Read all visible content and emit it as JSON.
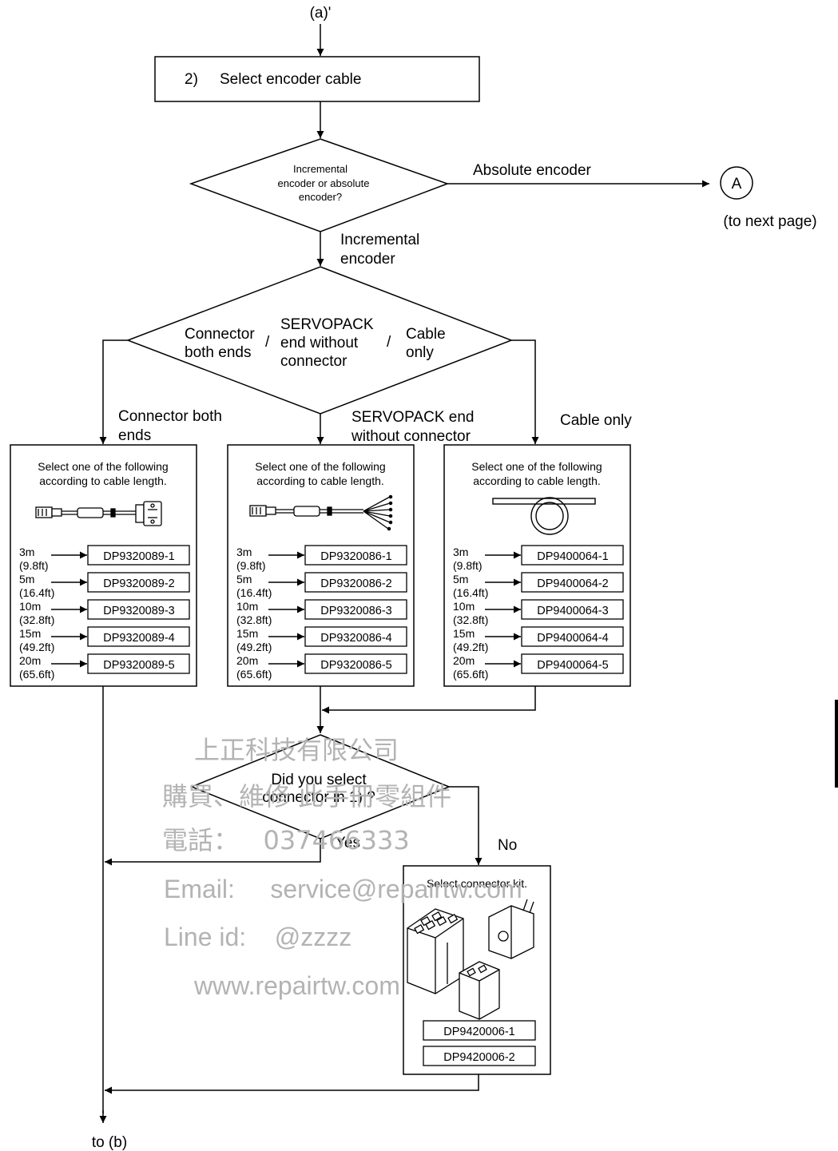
{
  "entry_label": "(a)'",
  "exit_label": "to (b)",
  "step": {
    "number": "2)",
    "title": "Select encoder cable"
  },
  "decision_encoder": {
    "question": [
      "Incremental",
      "encoder or absolute",
      "encoder?"
    ],
    "right_label": "Absolute encoder",
    "down_label": [
      "Incremental",
      "encoder"
    ],
    "connector_letter": "A",
    "connector_note": "(to next page)"
  },
  "decision_type": {
    "option1": [
      "Connector",
      "both ends"
    ],
    "option2": [
      "SERVOPACK",
      "end without",
      "connector"
    ],
    "option3": [
      "Cable",
      "only"
    ],
    "sep": "/"
  },
  "branches": [
    {
      "label": [
        "Connector both",
        "ends"
      ],
      "instruction": [
        "Select one of the following",
        "according to cable length."
      ],
      "icon": "cable-both-connectors-icon",
      "items": [
        {
          "len": "3m",
          "ft": "(9.8ft)",
          "code": "DP9320089-1"
        },
        {
          "len": "5m",
          "ft": "(16.4ft)",
          "code": "DP9320089-2"
        },
        {
          "len": "10m",
          "ft": "(32.8ft)",
          "code": "DP9320089-3"
        },
        {
          "len": "15m",
          "ft": "(49.2ft)",
          "code": "DP9320089-4"
        },
        {
          "len": "20m",
          "ft": "(65.6ft)",
          "code": "DP9320089-5"
        }
      ]
    },
    {
      "label": [
        "SERVOPACK end",
        "without connector"
      ],
      "instruction": [
        "Select one of the following",
        "according to cable length."
      ],
      "icon": "cable-loose-wires-icon",
      "items": [
        {
          "len": "3m",
          "ft": "(9.8ft)",
          "code": "DP9320086-1"
        },
        {
          "len": "5m",
          "ft": "(16.4ft)",
          "code": "DP9320086-2"
        },
        {
          "len": "10m",
          "ft": "(32.8ft)",
          "code": "DP9320086-3"
        },
        {
          "len": "15m",
          "ft": "(49.2ft)",
          "code": "DP9320086-4"
        },
        {
          "len": "20m",
          "ft": "(65.6ft)",
          "code": "DP9320086-5"
        }
      ]
    },
    {
      "label": [
        "Cable only"
      ],
      "instruction": [
        "Select one of the following",
        "according to cable length."
      ],
      "icon": "cable-coil-icon",
      "items": [
        {
          "len": "3m",
          "ft": "(9.8ft)",
          "code": "DP9400064-1"
        },
        {
          "len": "5m",
          "ft": "(16.4ft)",
          "code": "DP9400064-2"
        },
        {
          "len": "10m",
          "ft": "(32.8ft)",
          "code": "DP9400064-3"
        },
        {
          "len": "15m",
          "ft": "(49.2ft)",
          "code": "DP9400064-4"
        },
        {
          "len": "20m",
          "ft": "(65.6ft)",
          "code": "DP9400064-5"
        }
      ]
    }
  ],
  "decision_connector": {
    "question": [
      "Did you select",
      "connector in 1) ?"
    ],
    "yes_label": "Yes",
    "no_label": "No"
  },
  "connector_kit": {
    "title": "Select connector kit.",
    "icon": "connector-plugs-icon",
    "codes": [
      "DP9420006-1",
      "DP9420006-2"
    ]
  },
  "watermark": {
    "lines": [
      "上正科技有限公司",
      "購買、維修 此手冊零組件",
      "電話：   037466333",
      "Email:     service@repairtw.com",
      "Line id:    @zzzz",
      "www.repairtw.com"
    ]
  }
}
